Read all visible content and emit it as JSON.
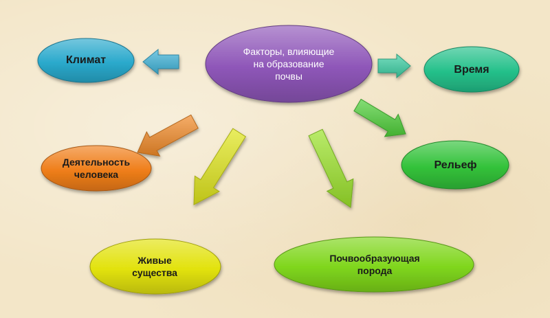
{
  "center": {
    "text": "Факторы, влияющие\nна образование\nпочвы",
    "color": "#8e56b8"
  },
  "factors": [
    {
      "id": "climate",
      "text": "Климат",
      "color": "#2aa9cc"
    },
    {
      "id": "time",
      "text": "Время",
      "color": "#24c08a"
    },
    {
      "id": "human",
      "text": "Деятельность\nчеловека",
      "color": "#ef7e1a"
    },
    {
      "id": "relief",
      "text": "Рельеф",
      "color": "#33c23a"
    },
    {
      "id": "living",
      "text": "Живые\nсущества",
      "color": "#e2e20c"
    },
    {
      "id": "parent",
      "text": "Почвообразующая\nпорода",
      "color": "#7fd61c"
    }
  ],
  "arrows": [
    {
      "id": "arrow-to-climate",
      "color": "#3fb3d8"
    },
    {
      "id": "arrow-to-time",
      "color": "#3ccfa4"
    },
    {
      "id": "arrow-to-human",
      "color": "#f08a28"
    },
    {
      "id": "arrow-to-relief",
      "color": "#4fcf3a"
    },
    {
      "id": "arrow-to-living",
      "color": "#dfe51c"
    },
    {
      "id": "arrow-to-parent",
      "color": "#9be22a"
    }
  ]
}
